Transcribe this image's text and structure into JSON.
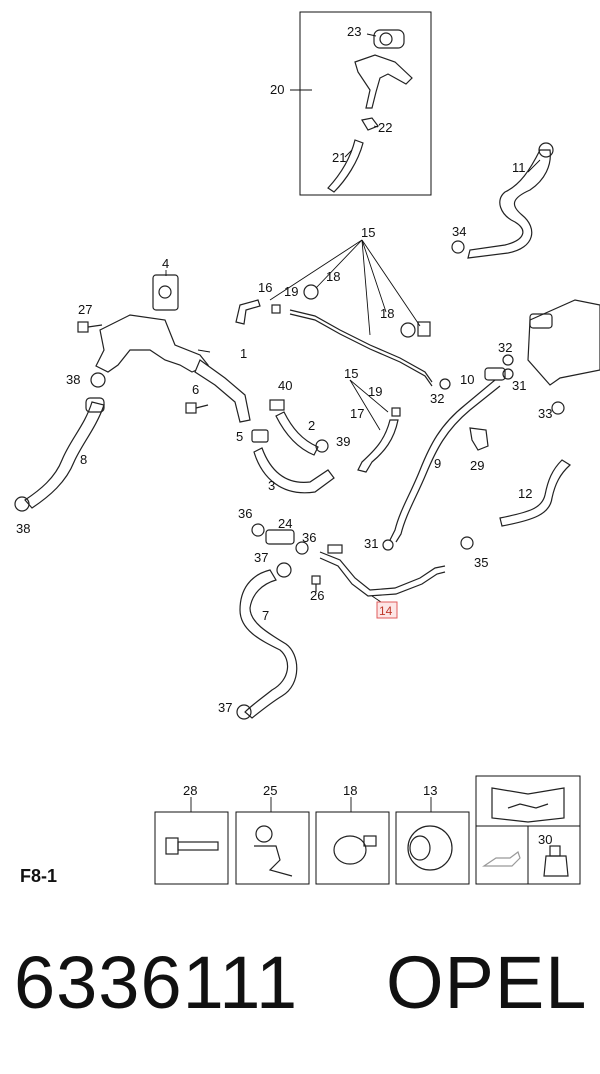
{
  "callouts": {
    "c1": "1",
    "c2": "2",
    "c3": "3",
    "c4": "4",
    "c5": "5",
    "c6": "6",
    "c7": "7",
    "c8": "8",
    "c9": "9",
    "c10": "10",
    "c11": "11",
    "c12": "12",
    "c14": "14",
    "c15a": "15",
    "c15b": "15",
    "c16": "16",
    "c17": "17",
    "c18a": "18",
    "c18b": "18",
    "c19a": "19",
    "c19b": "19",
    "c20": "20",
    "c21": "21",
    "c22": "22",
    "c23": "23",
    "c24": "24",
    "c26": "26",
    "c27": "27",
    "c29": "29",
    "c31a": "31",
    "c31b": "31",
    "c32a": "32",
    "c32b": "32",
    "c33": "33",
    "c34": "34",
    "c35": "35",
    "c36a": "36",
    "c36b": "36",
    "c37a": "37",
    "c37b": "37",
    "c38a": "38",
    "c38b": "38",
    "c39": "39",
    "c40": "40"
  },
  "legend": {
    "k28": "28",
    "k25": "25",
    "k18": "18",
    "k13": "13",
    "k30": "30"
  },
  "figure_label": "F8-1",
  "part_number": "6336111",
  "brand": "OPEL",
  "highlight_color": "#e05b5b"
}
